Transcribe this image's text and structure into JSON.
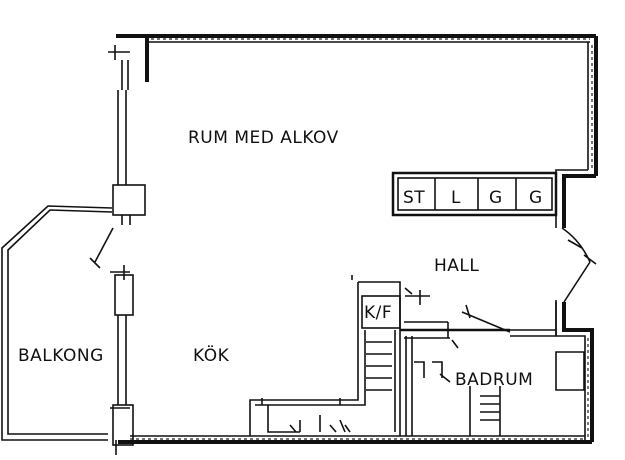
{
  "rooms": {
    "living": "RUM MED ALKOV",
    "hall": "HALL",
    "kitchen": "KÖK",
    "balcony": "BALKONG",
    "bathroom": "BADRUM",
    "fridge": "K/F"
  },
  "storage": [
    "ST",
    "L",
    "G",
    "G"
  ]
}
